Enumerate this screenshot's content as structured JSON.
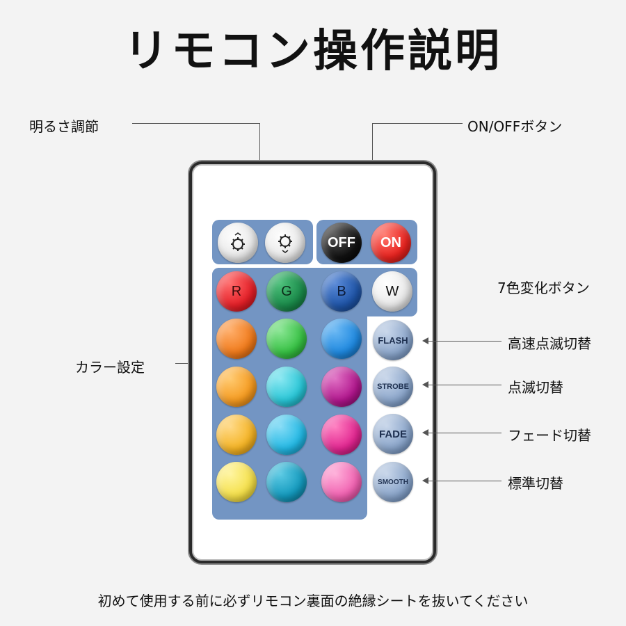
{
  "title": "リモコン操作説明",
  "labels": {
    "brightness": "明るさ調節",
    "onoff": "ON/OFFボタン",
    "seven_color": "7色変化ボタン",
    "color_setting": "カラー設定",
    "flash": "高速点滅切替",
    "strobe": "点滅切替",
    "fade": "フェード切替",
    "smooth": "標準切替"
  },
  "remote": {
    "top_row": [
      {
        "name": "brightness-up",
        "icon": "sun-up-icon",
        "label": "☼",
        "color": "#f2f2f2"
      },
      {
        "name": "brightness-down",
        "icon": "sun-down-icon",
        "label": "☼",
        "color": "#f2f2f2"
      },
      {
        "name": "off",
        "label": "OFF",
        "color": "#111111"
      },
      {
        "name": "on",
        "label": "ON",
        "color": "#e8231f"
      }
    ],
    "rgbw": [
      {
        "label": "R",
        "color": "#e41f27"
      },
      {
        "label": "G",
        "color": "#1a8a4a"
      },
      {
        "label": "B",
        "color": "#1f55a8"
      },
      {
        "label": "W",
        "color": "#e8e8e8"
      }
    ],
    "color_grid": [
      [
        "#f07a1a",
        "#35c042",
        "#1e88df"
      ],
      [
        "#f59a1f",
        "#27c5d6",
        "#b0158c"
      ],
      [
        "#f4b323",
        "#22b8e4",
        "#e0248f"
      ],
      [
        "#f4df48",
        "#1399bd",
        "#f060b0"
      ]
    ],
    "modes": [
      "FLASH",
      "STROBE",
      "FADE",
      "SMOOTH"
    ]
  },
  "footer": "初めて使用する前に必ずリモコン裏面の絶縁シートを抜いてください"
}
